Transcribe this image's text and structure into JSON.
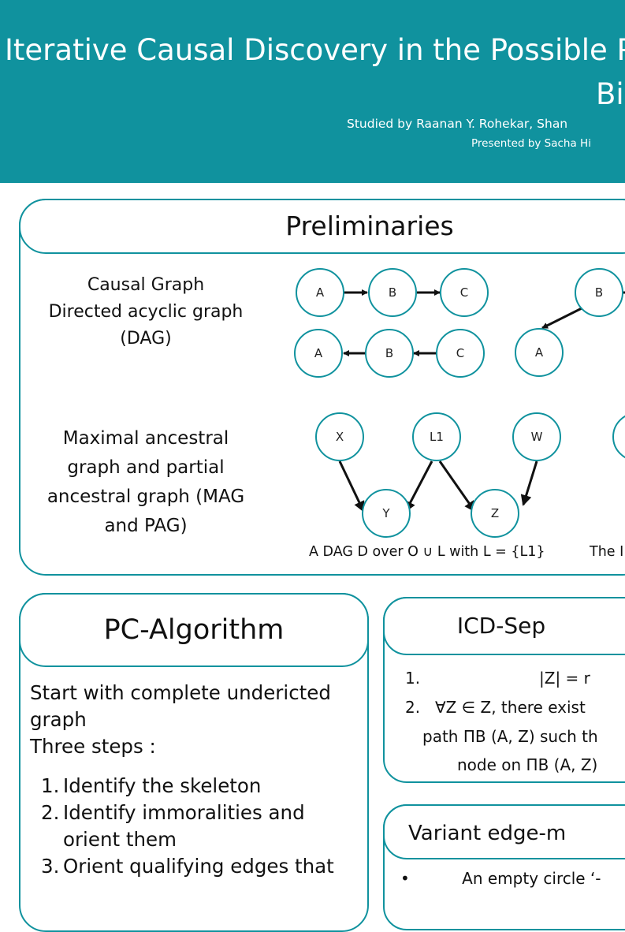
{
  "header": {
    "title_line1": "Iterative Causal Discovery in the Possible Pre",
    "title_line2": "Bi",
    "authors": "Studied by Raanan Y. Rohekar, Shan",
    "presenter": "Presented by Sacha Hi"
  },
  "preliminaries": {
    "title": "Preliminaries",
    "causal_graph_label": [
      "Causal Graph",
      "Directed acyclic graph",
      "(DAG)"
    ],
    "mag_label": [
      "Maximal ancestral",
      "graph and partial",
      "ancestral graph (MAG",
      "and PAG)"
    ],
    "dag_nodes": {
      "row1": [
        "A",
        "B",
        "C"
      ],
      "row2": [
        "A",
        "B",
        "C"
      ],
      "right_top": "B",
      "right_bottom": "A"
    },
    "mag_nodes": {
      "x": "X",
      "l1": "L1",
      "w": "W",
      "y": "Y",
      "z": "Z"
    },
    "caption_left": "A DAG D over O ∪ L with L = {L1}",
    "caption_right": "The I"
  },
  "pc_algorithm": {
    "title": "PC-Algorithm",
    "intro_line1": "Start with complete undericted",
    "intro_line2": "graph",
    "intro_line3": "Three steps :",
    "steps": [
      {
        "num": "1.",
        "text": "Identify the skeleton"
      },
      {
        "num": "2.",
        "text": "Identify immoralities and"
      },
      {
        "num": "",
        "text": "orient them"
      },
      {
        "num": "3.",
        "text": "Orient qualifying edges that"
      }
    ]
  },
  "icd_sep": {
    "title": "ICD-Sep",
    "item1_num": "1.",
    "item1_text": "|Z| = r",
    "item2_num": "2.",
    "item2_text": "∀Z ∈ Z, there exist",
    "item2_cont1": "path ΠB (A, Z) such th",
    "item2_cont2": "node on ΠB (A, Z)"
  },
  "variant": {
    "title": "Variant edge-m",
    "bullet": "•",
    "bullet_text": "An empty circle ‘-"
  },
  "colors": {
    "accent": "#10929e",
    "header_text": "#ffffff"
  }
}
